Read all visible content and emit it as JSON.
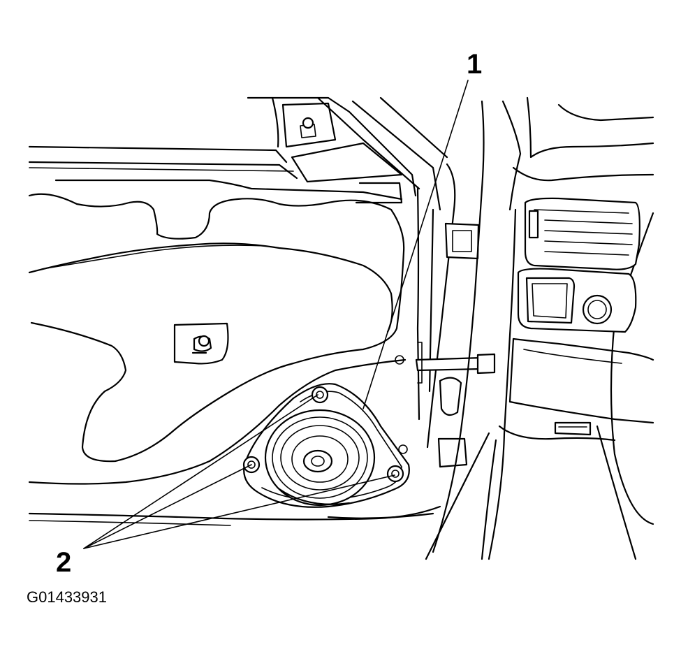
{
  "callouts": [
    {
      "number": "1",
      "part": "speaker"
    },
    {
      "number": "2",
      "part": "screws"
    }
  ],
  "figure_id": "G01433931"
}
